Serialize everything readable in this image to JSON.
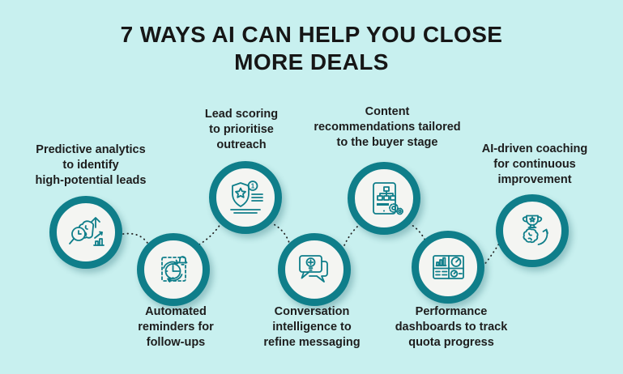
{
  "title": {
    "text": "7 WAYS AI CAN HELP YOU CLOSE\nMORE DEALS"
  },
  "colors": {
    "background": "#c8f0ef",
    "ring": "#0f7e8a",
    "icon_stroke": "#0f7e8a",
    "inner_circle": "#f4f5f2",
    "title_text": "#161616",
    "label_text": "#1d1d1d",
    "connector": "#222222"
  },
  "steps": [
    {
      "id": "predictive-analytics",
      "label": "Predictive analytics\nto identify\nhigh-potential leads",
      "icon": "brain-magnifier-growth-icon",
      "label_position": "above"
    },
    {
      "id": "automated-reminders",
      "label": "Automated\nreminders for\nfollow-ups",
      "icon": "clock-bell-icon",
      "label_position": "below"
    },
    {
      "id": "lead-scoring",
      "label": "Lead scoring\nto prioritise\noutreach",
      "icon": "shield-star-rank-icon",
      "badge": "1",
      "label_position": "above"
    },
    {
      "id": "conversation-intelligence",
      "label": "Conversation\nintelligence to\nrefine messaging",
      "icon": "chat-bubbles-idea-icon",
      "label_position": "below"
    },
    {
      "id": "content-recommendations",
      "label": "Content\nrecommendations tailored\nto the buyer stage",
      "icon": "screen-flowchart-gear-icon",
      "label_position": "above"
    },
    {
      "id": "performance-dashboards",
      "label": "Performance\ndashboards to track\nquota progress",
      "icon": "dashboard-gauge-icon",
      "label_position": "below"
    },
    {
      "id": "ai-coaching",
      "label": "AI-driven coaching\nfor continuous\nimprovement",
      "icon": "trophy-brain-arrow-icon",
      "label_position": "above"
    }
  ]
}
